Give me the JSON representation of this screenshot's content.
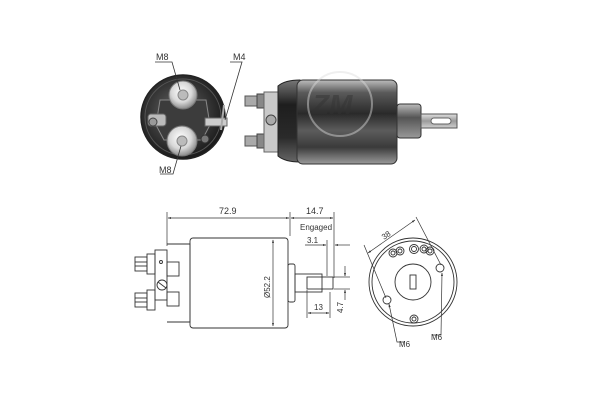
{
  "diagram": {
    "subject": "Starter solenoid switch",
    "watermark": "ZM",
    "front_view": {
      "labels": {
        "top_terminal": "M8",
        "bottom_terminal": "M8",
        "control_terminal": "M4"
      }
    },
    "side_view": {
      "dimensions": {
        "body_length": "72.9",
        "plunger_travel": "14.7",
        "engaged_note": "Engaged",
        "plunger_offset": "3.1",
        "diameter": "Ø52.2",
        "slot_length": "13",
        "slot_width": "4.7"
      }
    },
    "end_view": {
      "dimensions": {
        "hole_spacing": "38"
      },
      "labels": {
        "left_hole": "M6",
        "right_hole": "M6"
      }
    }
  }
}
